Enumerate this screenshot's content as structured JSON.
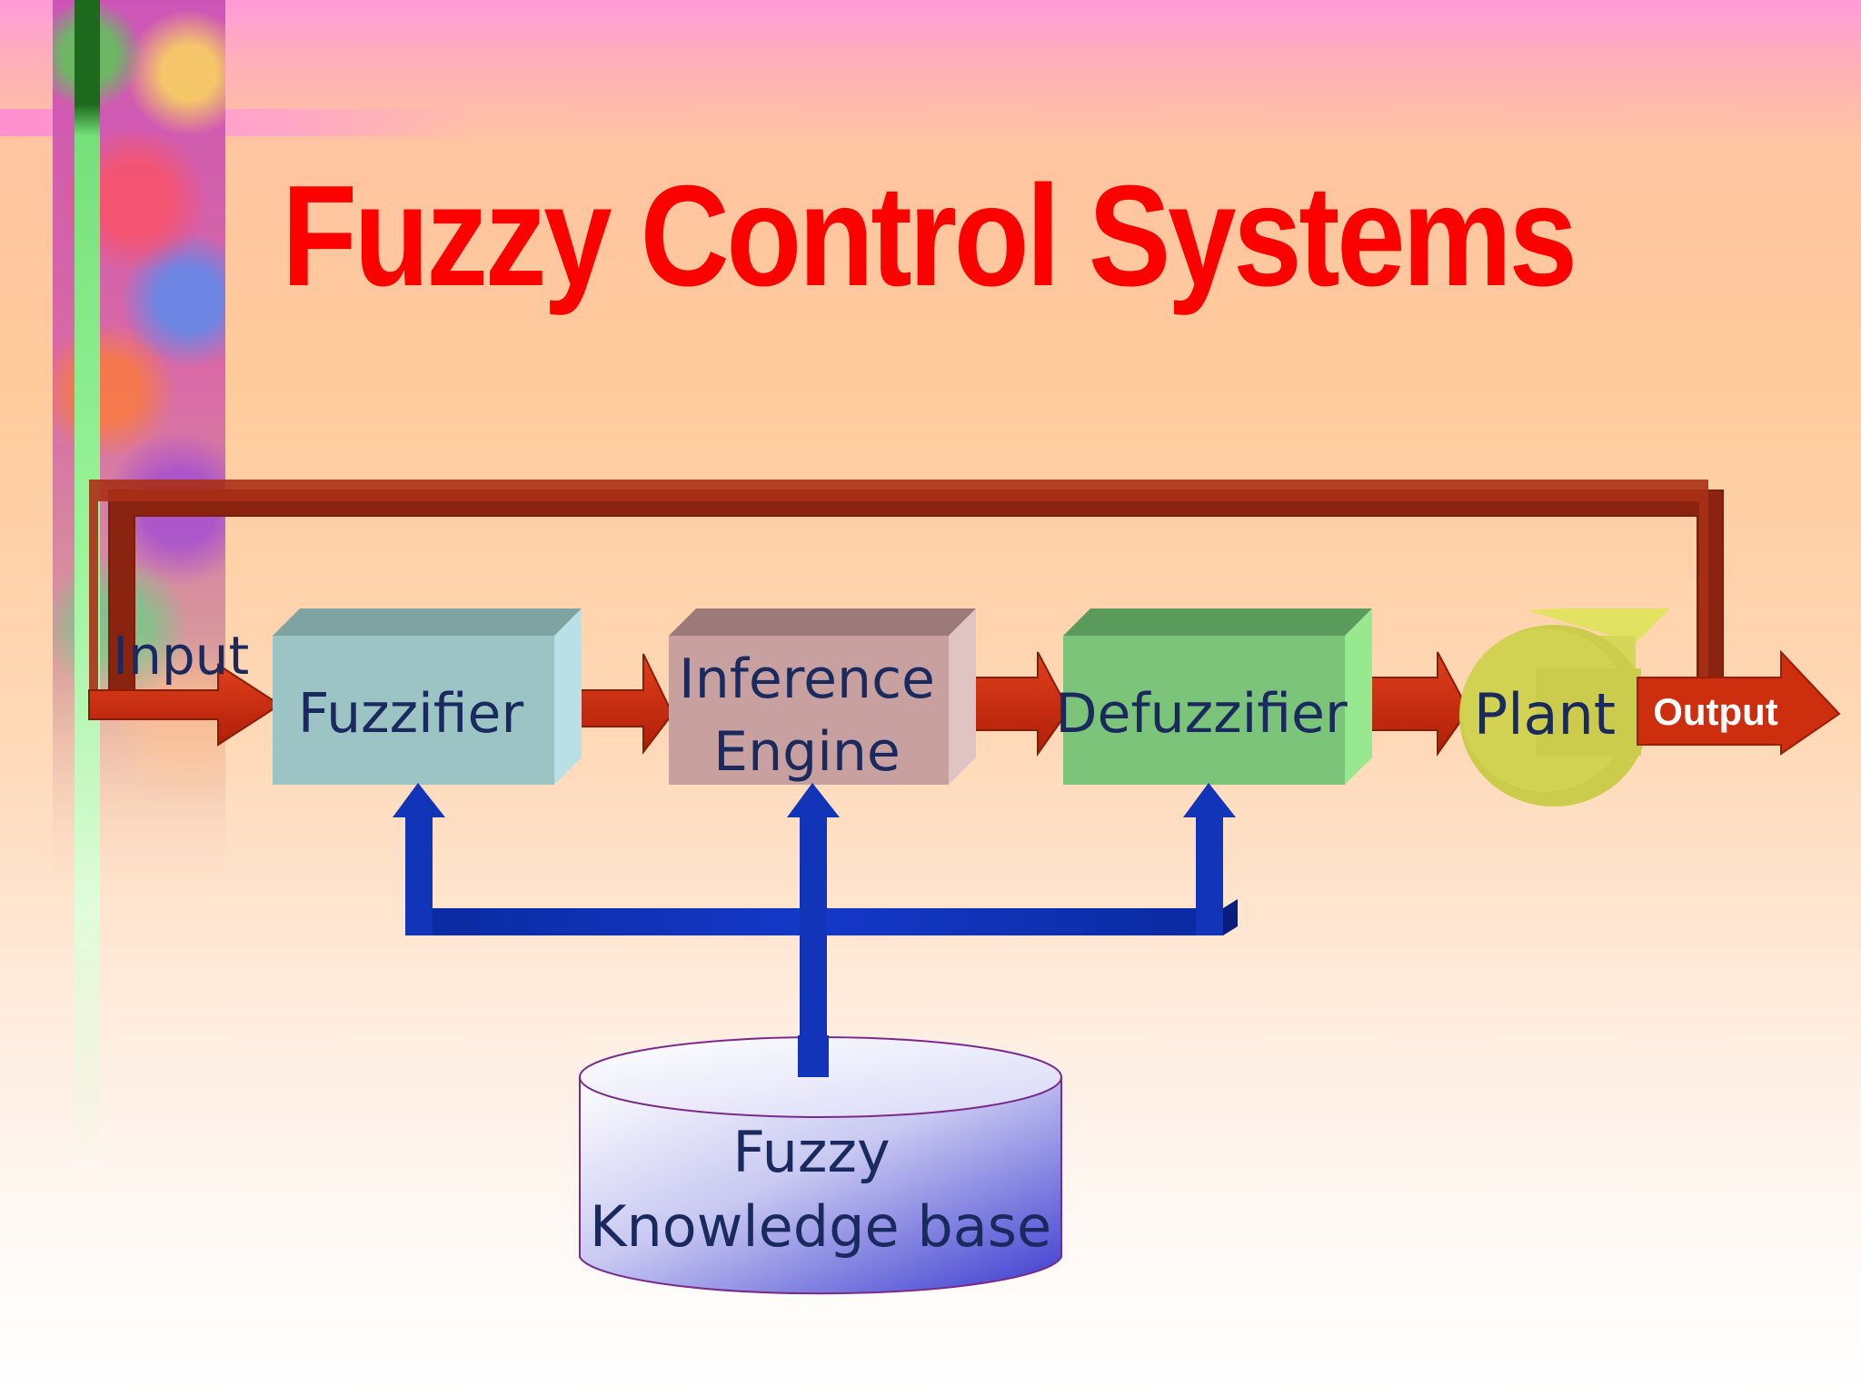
{
  "title": "Fuzzy Control Systems",
  "labels": {
    "input": "Input",
    "output": "Output",
    "fuzzifier": "Fuzzifier",
    "inference_line1": "Inference",
    "inference_line2": "Engine",
    "defuzzifier": "Defuzzifier",
    "plant": "Plant",
    "kb_line1": "Fuzzy",
    "kb_line2": "Knowledge base"
  },
  "colors": {
    "title": "#ff0000",
    "feedback_arrow": "#b42a10",
    "knowledge_arrows": "#0a2eaa",
    "fuzzifier_block": "#9cc4c4",
    "inference_block": "#c7a09f",
    "defuzzifier_block": "#7cc47a",
    "plant_shape": "#cccc4c",
    "knowledge_base": "#6a6ad8"
  }
}
